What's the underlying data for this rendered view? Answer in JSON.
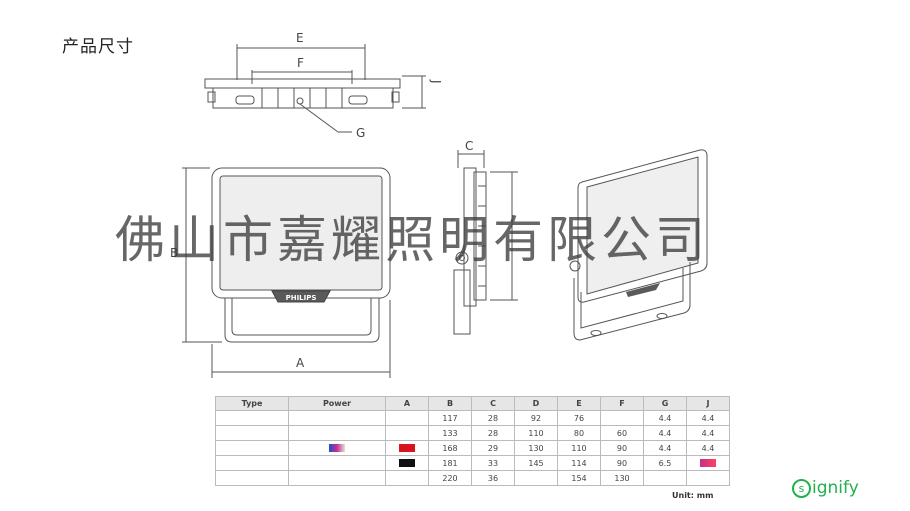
{
  "heading": "产品尺寸",
  "dimensions": {
    "A": "A",
    "B": "B",
    "C": "C",
    "E": "E",
    "F": "F",
    "G": "G",
    "J": "J"
  },
  "panel_logo": "PHILIPS",
  "watermark": "佛山市嘉耀照明有限公司",
  "table": {
    "headers": [
      "Type",
      "Power",
      "A",
      "B",
      "C",
      "D",
      "E",
      "F",
      "G",
      "J"
    ],
    "rows": [
      [
        "",
        "",
        "",
        "117",
        "28",
        "92",
        "76",
        "",
        "4.4",
        "4.4"
      ],
      [
        "",
        "",
        "",
        "133",
        "28",
        "110",
        "80",
        "60",
        "4.4",
        "4.4"
      ],
      [
        "",
        "",
        "",
        "168",
        "29",
        "130",
        "110",
        "90",
        "4.4",
        "4.4"
      ],
      [
        "",
        "",
        "",
        "181",
        "33",
        "145",
        "114",
        "90",
        "6.5",
        ""
      ],
      [
        "",
        "",
        "",
        "220",
        "36",
        "",
        "154",
        "130",
        "",
        ""
      ]
    ]
  },
  "unit": "Unit: mm",
  "brand": {
    "s": "s",
    "rest": "ignify",
    "color": "#21b14c"
  }
}
